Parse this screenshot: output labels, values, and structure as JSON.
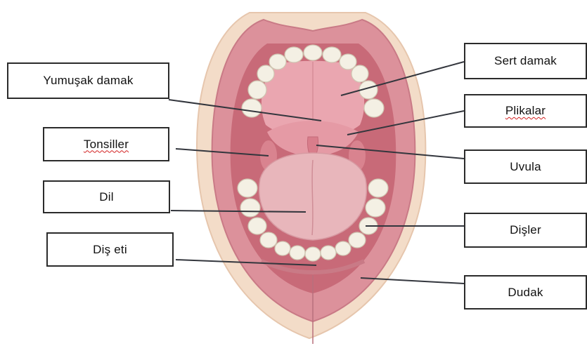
{
  "labels": {
    "yumusak_damak": "Yumuşak damak",
    "tonsiller": "Tonsiller",
    "dil": "Dil",
    "dis_eti": "Diş eti",
    "sert_damak": "Sert damak",
    "plikalar": "Plikalar",
    "uvula": "Uvula",
    "disler": "Dişler",
    "dudak": "Dudak"
  },
  "colors": {
    "box_border": "#2b2b2b",
    "leader_line": "#33363d",
    "skin": "#f2d9c4",
    "lip": "#d98a95",
    "oral_cavity": "#c86a78",
    "palate": "#e9a3ad",
    "tongue": "#e8b7bc",
    "teeth": "#f4f0e4",
    "spell_underline": "#d22020"
  }
}
